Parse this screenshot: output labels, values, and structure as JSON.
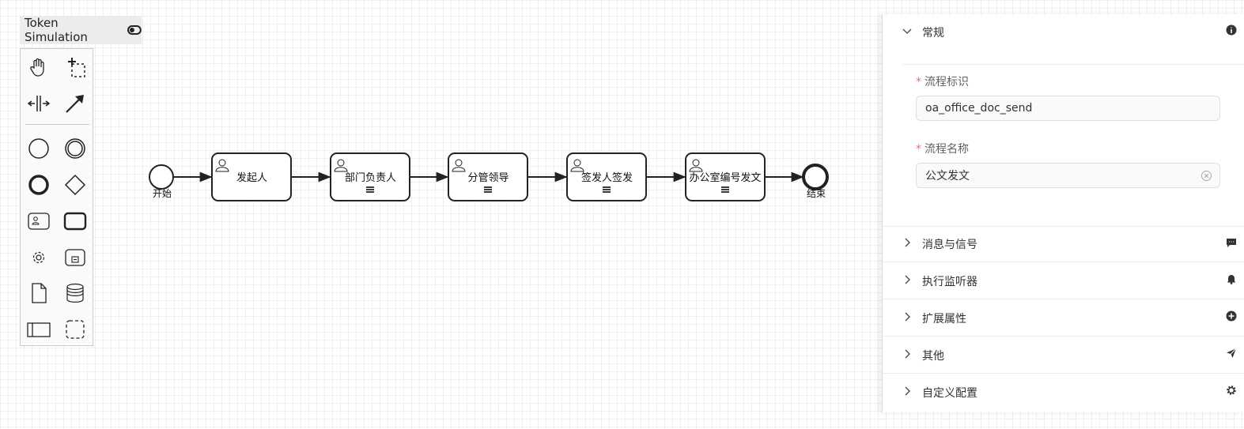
{
  "token_simulation": {
    "label": "Token Simulation",
    "icon": "toggle-off-icon"
  },
  "palette": {
    "tools": [
      {
        "name": "hand-tool",
        "icon": "hand-icon"
      },
      {
        "name": "lasso-tool",
        "icon": "lasso-icon"
      },
      {
        "name": "space-tool",
        "icon": "space-icon"
      },
      {
        "name": "global-connect-tool",
        "icon": "connect-arrow-icon"
      },
      {
        "name": "create-start-event",
        "icon": "start-event-icon"
      },
      {
        "name": "create-intermediate-event",
        "icon": "intermediate-event-icon"
      },
      {
        "name": "create-end-event",
        "icon": "end-event-icon"
      },
      {
        "name": "create-gateway",
        "icon": "gateway-icon"
      },
      {
        "name": "create-user-task",
        "icon": "user-task-icon"
      },
      {
        "name": "create-task",
        "icon": "task-icon"
      },
      {
        "name": "create-service-task",
        "icon": "gear-icon"
      },
      {
        "name": "create-subprocess",
        "icon": "subprocess-icon"
      },
      {
        "name": "create-data-object",
        "icon": "data-object-icon"
      },
      {
        "name": "create-data-store",
        "icon": "data-store-icon"
      },
      {
        "name": "create-pool",
        "icon": "pool-icon"
      },
      {
        "name": "create-group",
        "icon": "group-icon"
      }
    ]
  },
  "diagram": {
    "start_label": "开始",
    "end_label": "结束",
    "tasks": [
      {
        "label": "发起人",
        "multi_instance": false
      },
      {
        "label": "部门负责人",
        "multi_instance": true
      },
      {
        "label": "分管领导",
        "multi_instance": true
      },
      {
        "label": "签发人签发",
        "multi_instance": true
      },
      {
        "label": "办公室编号发文",
        "multi_instance": true
      }
    ]
  },
  "panel": {
    "general": {
      "title": "常规",
      "icon": "info-icon",
      "process_id_label": "流程标识",
      "process_id_value": "oa_office_doc_send",
      "process_name_label": "流程名称",
      "process_name_value": "公文发文",
      "required_mark": "*"
    },
    "sections": [
      {
        "title": "消息与信号",
        "icon": "message-icon"
      },
      {
        "title": "执行监听器",
        "icon": "bell-icon"
      },
      {
        "title": "扩展属性",
        "icon": "plus-circle-icon"
      },
      {
        "title": "其他",
        "icon": "send-icon"
      },
      {
        "title": "自定义配置",
        "icon": "gear-icon"
      }
    ]
  }
}
